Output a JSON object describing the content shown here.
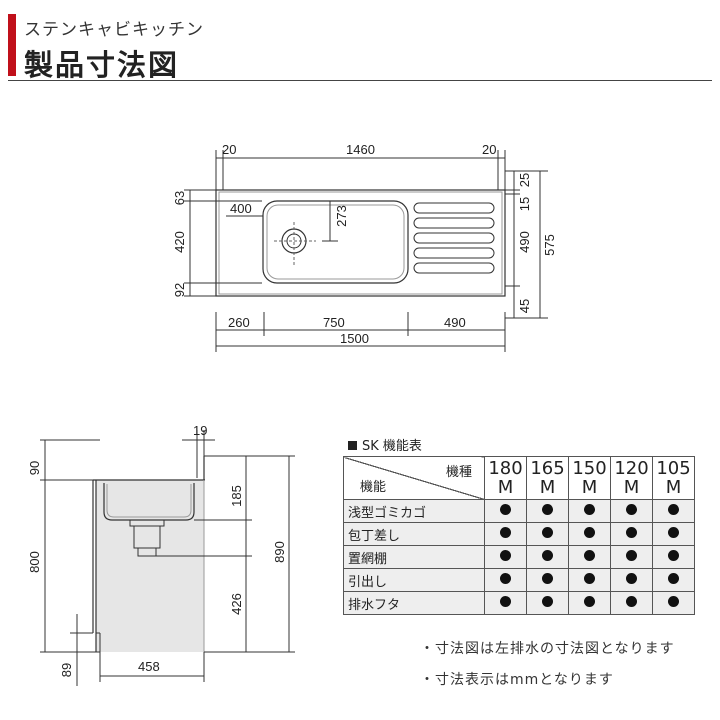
{
  "header": {
    "subtitle": "ステンキャビキッチン",
    "title": "製品寸法図"
  },
  "plan_view": {
    "top_dims": [
      "20",
      "1460",
      "20"
    ],
    "left_dims": [
      "63",
      "420",
      "92"
    ],
    "right_dims_inner": [
      "25",
      "15",
      "490",
      "45"
    ],
    "right_dim_total": "575",
    "bowl_width": "400",
    "drain_offset": "273",
    "bottom_dims": [
      "260",
      "750",
      "490"
    ],
    "bottom_total": "1500"
  },
  "side_view": {
    "top_lip": "19",
    "left_top": "90",
    "left_height": "800",
    "bowl_depth": "185",
    "drain_height": "426",
    "total_height": "890",
    "plinth": "89",
    "depth": "458"
  },
  "spec_table": {
    "caption": "SK 機能表",
    "header_model": "機種",
    "header_feature": "機能",
    "models": [
      {
        "num": "180",
        "unit": "M"
      },
      {
        "num": "165",
        "unit": "M"
      },
      {
        "num": "150",
        "unit": "M"
      },
      {
        "num": "120",
        "unit": "M"
      },
      {
        "num": "105",
        "unit": "M"
      }
    ],
    "rows": [
      {
        "feature": "浅型ゴミカゴ"
      },
      {
        "feature": "包丁差し"
      },
      {
        "feature": "置網棚"
      },
      {
        "feature": "引出し"
      },
      {
        "feature": "排水フタ"
      }
    ]
  },
  "notes": [
    "・寸法図は左排水の寸法図となります",
    "・寸法表示はmmとなります"
  ]
}
